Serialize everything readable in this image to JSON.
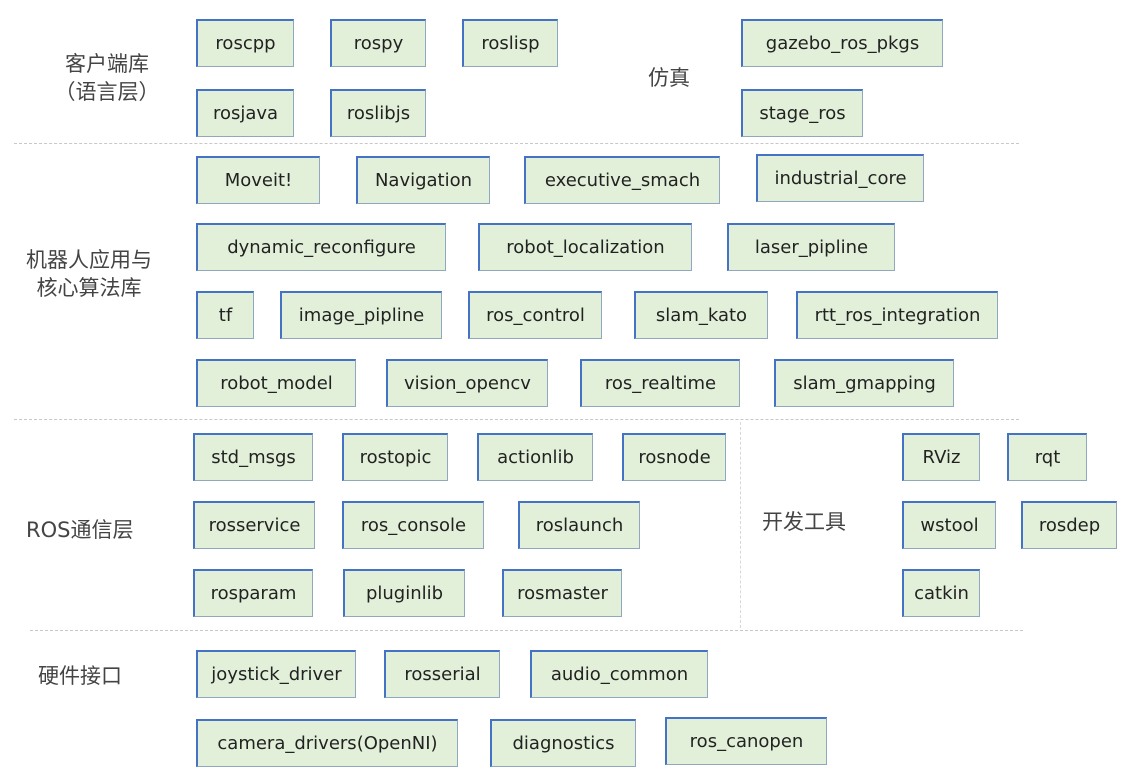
{
  "layers": {
    "client": {
      "label_line1": "客户端库",
      "label_line2": "（语言层）"
    },
    "simulation": {
      "label": "仿真"
    },
    "apps": {
      "label_line1": "机器人应用与",
      "label_line2": "核心算法库"
    },
    "comm": {
      "label": "ROS通信层"
    },
    "devtools": {
      "label": "开发工具"
    },
    "hardware": {
      "label": "硬件接口"
    }
  },
  "packages": {
    "roscpp": "roscpp",
    "rospy": "rospy",
    "roslisp": "roslisp",
    "rosjava": "rosjava",
    "roslibjs": "roslibjs",
    "gazebo_ros_pkgs": "gazebo_ros_pkgs",
    "stage_ros": "stage_ros",
    "moveit": "Moveit!",
    "navigation": "Navigation",
    "executive_smach": "executive_smach",
    "industrial_core": "industrial_core",
    "dynamic_reconfigure": "dynamic_reconfigure",
    "robot_localization": "robot_localization",
    "laser_pipline": "laser_pipline",
    "tf": "tf",
    "image_pipline": "image_pipline",
    "ros_control": "ros_control",
    "slam_kato": "slam_kato",
    "rtt_ros_integration": "rtt_ros_integration",
    "robot_model": "robot_model",
    "vision_opencv": "vision_opencv",
    "ros_realtime": "ros_realtime",
    "slam_gmapping": "slam_gmapping",
    "std_msgs": "std_msgs",
    "rostopic": "rostopic",
    "actionlib": "actionlib",
    "rosnode": "rosnode",
    "rosservice": "rosservice",
    "ros_console": "ros_console",
    "roslaunch": "roslaunch",
    "rosparam": "rosparam",
    "pluginlib": "pluginlib",
    "rosmaster": "rosmaster",
    "rviz": "RViz",
    "rqt": "rqt",
    "wstool": "wstool",
    "rosdep": "rosdep",
    "catkin": "catkin",
    "joystick_driver": "joystick_driver",
    "rosserial": "rosserial",
    "audio_common": "audio_common",
    "camera_drivers": "camera_drivers(OpenNI)",
    "diagnostics": "diagnostics",
    "ros_canopen": "ros_canopen"
  },
  "colors": {
    "box_fill": "#e2f0d9",
    "box_border": "#4472c4",
    "label_text": "#444444"
  }
}
